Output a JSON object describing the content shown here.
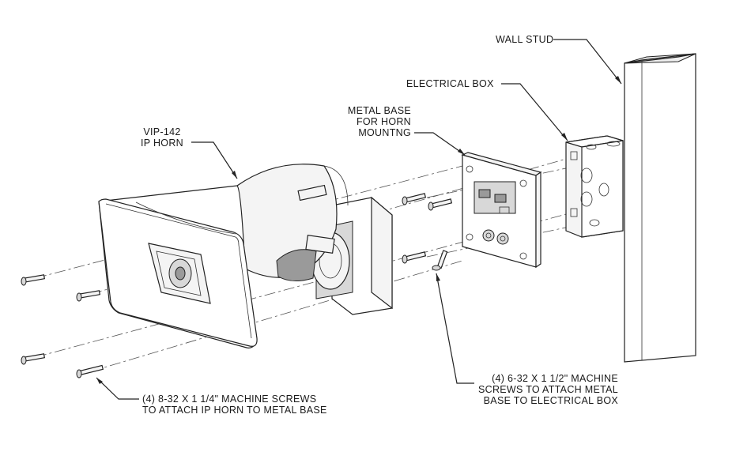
{
  "labels": {
    "wall_stud": "WALL STUD",
    "electrical_box": "ELECTRICAL BOX",
    "metal_base": [
      "METAL BASE",
      "FOR HORN",
      "MOUNTNG"
    ],
    "horn": [
      "VIP-142",
      "IP HORN"
    ],
    "horn_screws": [
      "(4) 8-32 X 1 1/4\" MACHINE SCREWS",
      "TO ATTACH IP HORN TO METAL BASE"
    ],
    "box_screws": [
      "(4) 6-32 X 1 1/2\"  MACHINE",
      "SCREWS TO ATTACH METAL",
      "BASE TO ELECTRICAL BOX"
    ]
  }
}
